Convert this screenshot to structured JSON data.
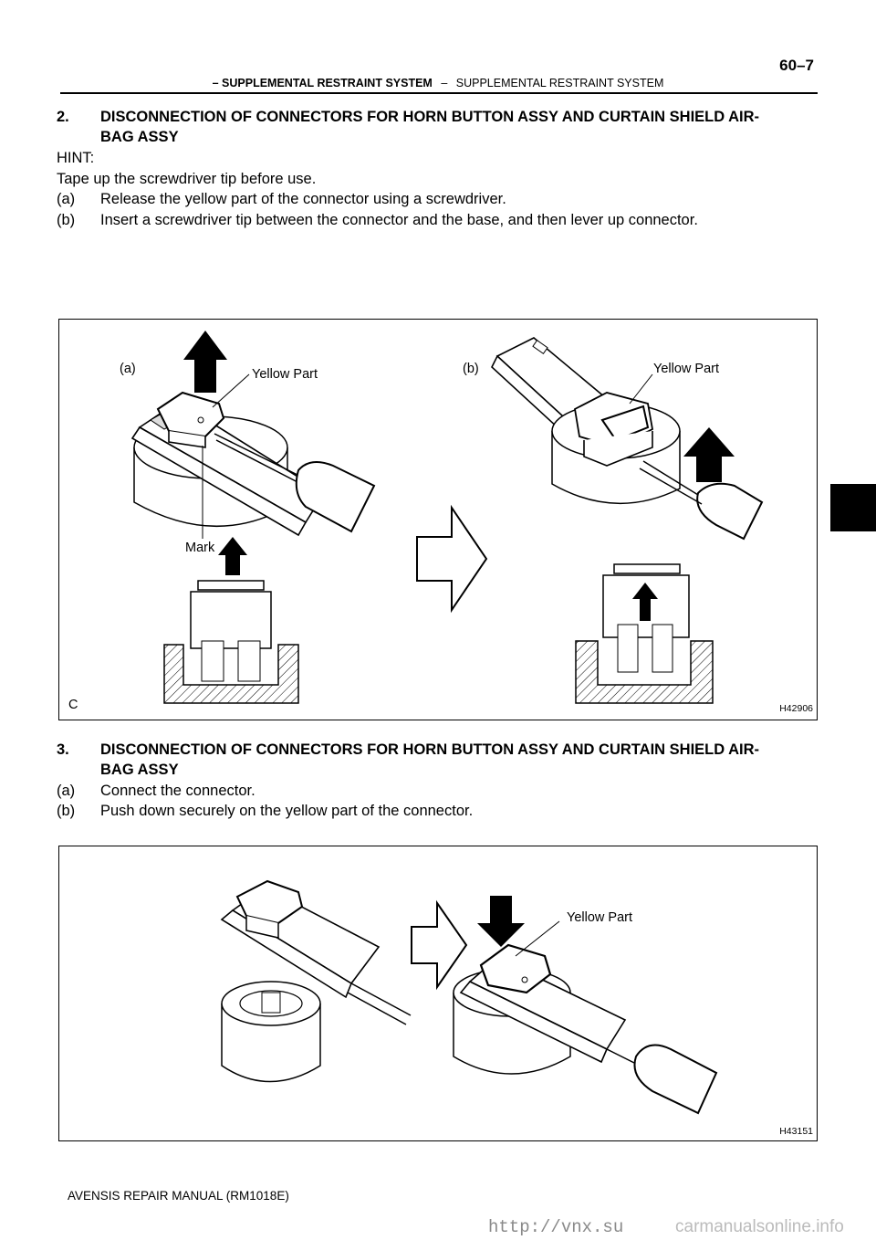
{
  "header": {
    "page_number": "60–7",
    "section": "– SUPPLEMENTAL RESTRAINT SYSTEM",
    "dash": "–",
    "subsection": "SUPPLEMENTAL RESTRAINT SYSTEM"
  },
  "step2": {
    "num": "2.",
    "title_line1": "DISCONNECTION OF CONNECTORS FOR HORN BUTTON ASSY AND CURTAIN SHIELD AIR-",
    "title_line2": "BAG ASSY",
    "hint_label": "HINT:",
    "hint_text": "Tape up the screwdriver tip before use.",
    "a_label": "(a)",
    "a_text": "Release the yellow part of the connector using a screwdriver.",
    "b_label": "(b)",
    "b_text": "Insert a screwdriver tip between the connector and the base, and then lever up connector."
  },
  "figure1": {
    "label_a": "(a)",
    "label_b": "(b)",
    "yellow_part_a": "Yellow Part",
    "yellow_part_b": "Yellow Part",
    "mark": "Mark",
    "corner": "C",
    "code": "H42906"
  },
  "step3": {
    "num": "3.",
    "title_line1": "DISCONNECTION OF CONNECTORS FOR HORN BUTTON ASSY AND CURTAIN SHIELD AIR-",
    "title_line2": "BAG ASSY",
    "a_label": "(a)",
    "a_text": "Connect the connector.",
    "b_label": "(b)",
    "b_text": "Push down securely on the yellow part of the connector."
  },
  "figure2": {
    "yellow_part": "Yellow Part",
    "code": "H43151"
  },
  "footer": {
    "manual": "AVENSIS REPAIR MANUAL   (RM1018E)"
  },
  "watermark": {
    "left": "http://vnx.su",
    "right": "carmanualsonline.info"
  }
}
